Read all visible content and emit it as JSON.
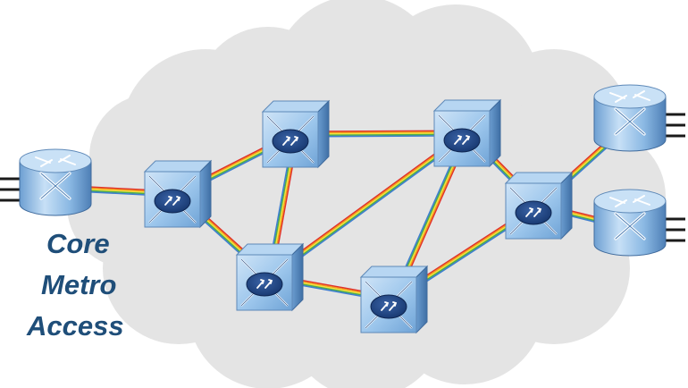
{
  "diagram": {
    "labels": {
      "core": "Core",
      "metro": "Metro",
      "access": "Access"
    },
    "nodes": [
      {
        "id": "router-left",
        "kind": "router"
      },
      {
        "id": "switch-1",
        "kind": "optical-switch"
      },
      {
        "id": "switch-2",
        "kind": "optical-switch"
      },
      {
        "id": "switch-3",
        "kind": "optical-switch"
      },
      {
        "id": "switch-4",
        "kind": "optical-switch"
      },
      {
        "id": "switch-5",
        "kind": "optical-switch"
      },
      {
        "id": "switch-6",
        "kind": "optical-switch"
      },
      {
        "id": "router-top-right",
        "kind": "router"
      },
      {
        "id": "router-bottom-right",
        "kind": "router"
      }
    ],
    "links": [
      [
        "router-left",
        "switch-1"
      ],
      [
        "switch-1",
        "switch-2"
      ],
      [
        "switch-1",
        "switch-3"
      ],
      [
        "switch-2",
        "switch-3"
      ],
      [
        "switch-2",
        "switch-4"
      ],
      [
        "switch-3",
        "switch-4"
      ],
      [
        "switch-3",
        "switch-5"
      ],
      [
        "switch-4",
        "switch-5"
      ],
      [
        "switch-4",
        "switch-6"
      ],
      [
        "switch-5",
        "switch-6"
      ],
      [
        "switch-6",
        "router-top-right"
      ],
      [
        "switch-6",
        "router-bottom-right"
      ]
    ],
    "colors": {
      "cloud": "#e4e4e4",
      "device_blue": "#8fbde6",
      "device_dark": "#1a3e78",
      "label": "#1f4e79",
      "fiber": [
        "#e0302a",
        "#f39a1e",
        "#f4e33c",
        "#4fae4a",
        "#3f7fcf"
      ]
    }
  }
}
